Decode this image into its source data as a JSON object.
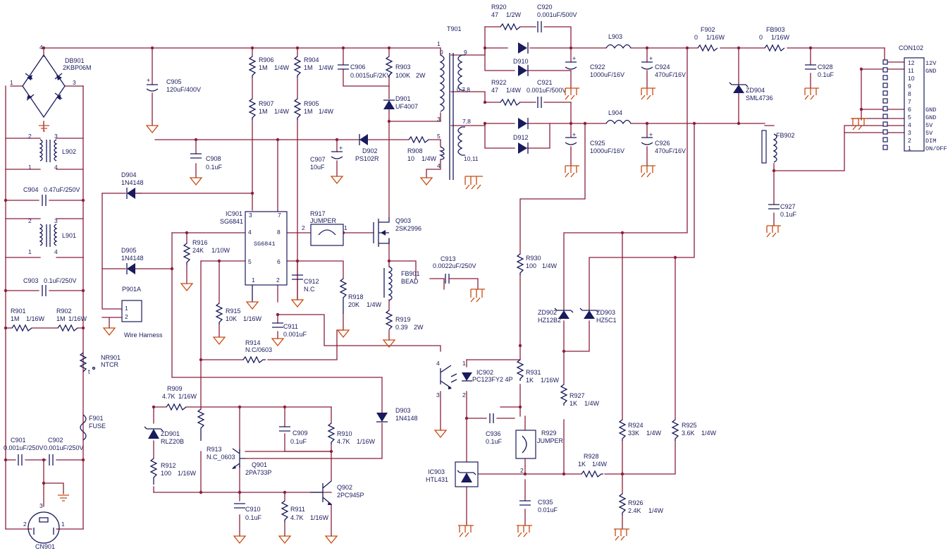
{
  "labels": {
    "db901_ref": "DB901",
    "db901_val": "2KBP06M",
    "l902": "L902",
    "l901": "L901",
    "c904_ref": "C904",
    "c904_val": "0.47uF/250V",
    "c903_ref": "C903",
    "c903_val": "0.1uF/250V",
    "r901_ref": "R901",
    "r901_val": "1M",
    "r901_pwr": "1/16W",
    "r902_ref": "R902",
    "r902_val": "1M",
    "r902_pwr": "1/16W",
    "nr901_ref": "NR901",
    "nr901_val": "NTCR",
    "ntc_t": "t",
    "f901_ref": "F901",
    "f901_val": "FUSE",
    "c901_ref": "C901",
    "c901_val": "0.001uF/250V",
    "c902_ref": "C902",
    "c902_val": "0.001uF/250V",
    "cn901": "CN901",
    "c905_ref": "C905",
    "c905_val": "120uF/400V",
    "r906_ref": "R906",
    "r906_val": "1M",
    "r906_pwr": "1/4W",
    "r907_ref": "R907",
    "r907_val": "1M",
    "r907_pwr": "1/4W",
    "r904_ref": "R904",
    "r904_val": "1M",
    "r904_pwr": "1/4W",
    "r905_ref": "R905",
    "r905_val": "1M",
    "r905_pwr": "1/4W",
    "c906_ref": "C906",
    "c906_val": "0.0015uF/2KV",
    "r903_ref": "R903",
    "r903_val": "100K",
    "r903_pwr": "2W",
    "d901_ref": "D901",
    "d901_val": "UF4007",
    "c908_ref": "C908",
    "c908_val": "0.1uF",
    "d902_ref": "D902",
    "d902_val": "PS102R",
    "r908_ref": "R908",
    "r908_val": "10",
    "r908_pwr": "1/4W",
    "c907_ref": "C907",
    "c907_val": "10uF",
    "d904_ref": "D904",
    "d904_val": "1N4148",
    "d905_ref": "D905",
    "d905_val": "1N4148",
    "ic901_ref": "IC901",
    "ic901_val": "SG6841",
    "ic901_body": "SG6841",
    "r917_ref": "R917",
    "r917_val": "JUMPER",
    "q903_ref": "Q903",
    "q903_val": "2SK2996",
    "r916_ref": "R916",
    "r916_val": "24K",
    "r916_pwr": "1/10W",
    "p901a": "P901A",
    "wire_harness": "Wire Harness",
    "r915_ref": "R915",
    "r915_val": "10K",
    "r915_pwr": "1/16W",
    "c912_ref": "C912",
    "c912_val": "N.C",
    "r918_ref": "R918",
    "r918_val": "20K",
    "r918_pwr": "1/4W",
    "fb901_ref": "FB901",
    "fb901_val": "BEAD",
    "c913_ref": "C913",
    "c913_val": "0.0022uF/250V",
    "r919_ref": "R919",
    "r919_val": "0.39",
    "r919_pwr": "2W",
    "c911_ref": "C911",
    "c911_val": "0.001uF",
    "r914_ref": "R914",
    "r914_val": "N.C/0603",
    "r909_ref": "R909",
    "r909_val": "4.7K",
    "r909_pwr": "1/16W",
    "zd901_ref": "ZD901",
    "zd901_val": "RLZ20B",
    "r913_ref": "R913",
    "r913_val": "N.C_0603",
    "c909_ref": "C909",
    "c909_val": "0.1uF",
    "r910_ref": "R910",
    "r910_val": "4.7K",
    "r910_pwr": "1/16W",
    "d903_ref": "D903",
    "d903_val": "1N4148",
    "q901_ref": "Q901",
    "q901_val": "2PA733P",
    "q902_ref": "Q902",
    "q902_val": "2PC945P",
    "r912_ref": "R912",
    "r912_val": "100",
    "r912_pwr": "1/16W",
    "c910_ref": "C910",
    "c910_val": "0.1uF",
    "r911_ref": "R911",
    "r911_val": "4.7K",
    "r911_pwr": "1/16W",
    "t901": "T901",
    "r920_ref": "R920",
    "r920_val": "47",
    "r920_pwr": "1/2W",
    "c920_ref": "C920",
    "c920_val": "0.001uF/500V",
    "d910": "D910",
    "r922_ref": "R922",
    "r922_val": "47",
    "r922_pwr": "1/4W",
    "c921_ref": "C921",
    "c921_val": "0.001uF/500V",
    "d912": "D912",
    "l903": "L903",
    "l904": "L904",
    "c922_ref": "C922",
    "c922_val": "1000uF/16V",
    "c924_ref": "C924",
    "c924_val": "470uF/16V",
    "c925_ref": "C925",
    "c925_val": "1000uF/16V",
    "c926_ref": "C926",
    "c926_val": "470uF/16V",
    "f902_ref": "F902",
    "f902_val": "0",
    "f902_pwr": "1/16W",
    "fb903_ref": "FB903",
    "fb903_val": "0",
    "fb903_pwr": "1/16W",
    "c928_ref": "C928",
    "c928_val": "0.1uF",
    "zd904_ref": "ZD904",
    "zd904_val": "SML4736",
    "fb902": "FB902",
    "c927_ref": "C927",
    "c927_val": "0.1uF",
    "con102": "CON102",
    "r930_ref": "R930",
    "r930_val": "100",
    "r930_pwr": "1/4W",
    "ic902_ref": "IC902",
    "ic902_val": "PC123FY2 4P",
    "r931_ref": "R931",
    "r931_val": "1K",
    "r931_pwr": "1/16W",
    "zd902_ref": "ZD902",
    "zd902_val": "HZ12B2",
    "zd903_ref": "ZD903",
    "zd903_val": "HZ5C1",
    "r927_ref": "R927",
    "r927_val": "1K",
    "r927_pwr": "1/4W",
    "c936_ref": "C936",
    "c936_val": "0.1uF",
    "r929_ref": "R929",
    "r929_val": "JUMPER",
    "r924_ref": "R924",
    "r924_val": "33K",
    "r924_pwr": "1/4W",
    "r925_ref": "R925",
    "r925_val": "3.6K",
    "r925_pwr": "1/4W",
    "r928_ref": "R928",
    "r928_val": "1K",
    "r928_pwr": "1/4W",
    "ic903_ref": "IC903",
    "ic903_val": "HTL431",
    "r926_ref": "R926",
    "r926_val": "2.4K",
    "r926_pwr": "1/4W",
    "c935_ref": "C935",
    "c935_val": "0.01uF"
  },
  "connector": {
    "pins": [
      {
        "num": "12",
        "label": "12V"
      },
      {
        "num": "11",
        "label": "GND"
      },
      {
        "num": "10",
        "label": ""
      },
      {
        "num": "9",
        "label": ""
      },
      {
        "num": "8",
        "label": ""
      },
      {
        "num": "7",
        "label": ""
      },
      {
        "num": "6",
        "label": "GND"
      },
      {
        "num": "5",
        "label": "GND"
      },
      {
        "num": "4",
        "label": "5V"
      },
      {
        "num": "3",
        "label": "5V"
      },
      {
        "num": "2",
        "label": "DIM"
      },
      {
        "num": "1",
        "label": "ON/OFF"
      }
    ]
  },
  "pins": {
    "one": "1",
    "two": "2",
    "three": "3",
    "four": "4",
    "five": "5",
    "six": "6",
    "seven": "7",
    "eight": "8",
    "nine": "9",
    "zero": "0",
    "p0_7_8": "0 7,8",
    "p7_8": "7,8",
    "p10_11": "10,11"
  },
  "colors": {
    "wire": "#8b1f3c",
    "component": "#1a1a5e",
    "ground": "#c84a10"
  }
}
